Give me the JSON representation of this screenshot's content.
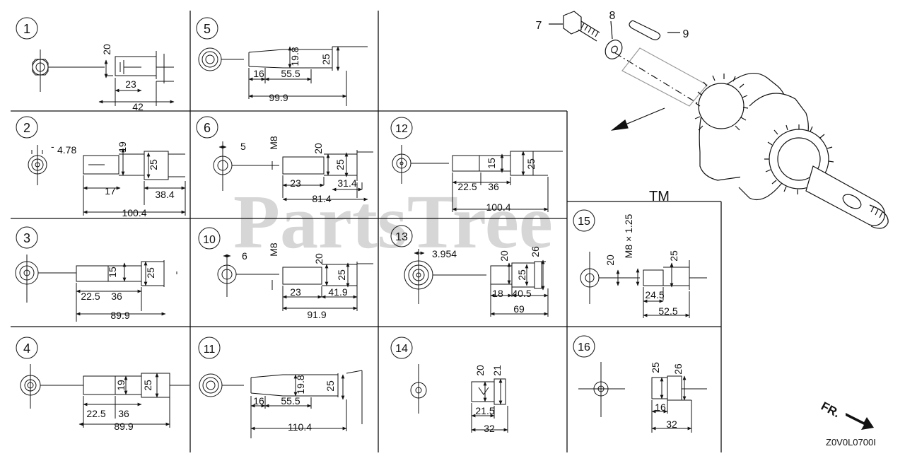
{
  "watermark": {
    "text": "PartsTree",
    "tm": "TM"
  },
  "diagram_code": "Z0V0L0700I",
  "direction_label": "FR.",
  "parts": {
    "p7": "7",
    "p8": "8",
    "p9": "9"
  },
  "panels": [
    {
      "num": "1",
      "dims": [
        "20",
        "23",
        "42"
      ]
    },
    {
      "num": "2",
      "dims": [
        "4.78",
        "19",
        "25",
        "17",
        "38.4",
        "100.4"
      ]
    },
    {
      "num": "3",
      "dims": [
        "15",
        "25",
        "22.5",
        "36",
        "89.9"
      ]
    },
    {
      "num": "4",
      "dims": [
        "19",
        "25",
        "22.5",
        "36",
        "89.9"
      ]
    },
    {
      "num": "5",
      "dims": [
        "19.8",
        "25",
        "16",
        "55.5",
        "99.9"
      ]
    },
    {
      "num": "6",
      "dims": [
        "5",
        "M8",
        "20",
        "25",
        "23",
        "31.4",
        "81.4"
      ]
    },
    {
      "num": "10",
      "dims": [
        "6",
        "M8",
        "20",
        "25",
        "23",
        "41.9",
        "91.9"
      ]
    },
    {
      "num": "11",
      "dims": [
        "19.8",
        "25",
        "16",
        "55.5",
        "110.4"
      ]
    },
    {
      "num": "12",
      "dims": [
        "15",
        "25",
        "22.5",
        "36",
        "100.4"
      ]
    },
    {
      "num": "13",
      "dims": [
        "3.954",
        "20",
        "26",
        "25",
        "18",
        "40.5",
        "69"
      ]
    },
    {
      "num": "14",
      "dims": [
        "20",
        "21",
        "21.5",
        "32"
      ]
    },
    {
      "num": "15",
      "dims": [
        "20",
        "M8 × 1.25",
        "25",
        "24.5",
        "52.5"
      ]
    },
    {
      "num": "16",
      "dims": [
        "25",
        "26",
        "16",
        "32"
      ]
    }
  ]
}
